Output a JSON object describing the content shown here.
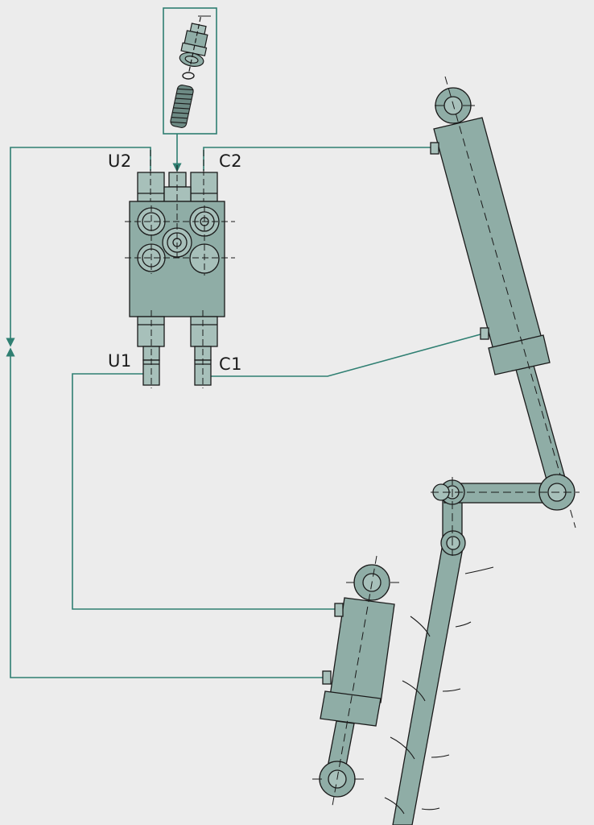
{
  "ports": {
    "u2": "U2",
    "c2": "C2",
    "u1": "U1",
    "c1": "C1"
  },
  "colors": {
    "background": "#ececec",
    "component_fill": "#8fada6",
    "component_light": "#a7c0ba",
    "hydraulic_line": "#2f7f72",
    "outline": "#1a1a1a"
  },
  "icons": {
    "valve_block": "control-valve-block-icon",
    "valve_cartridge": "valve-cartridge-spring-icon",
    "upper_cylinder": "hydraulic-cylinder-icon",
    "lower_cylinder": "hydraulic-cylinder-icon",
    "linkage": "lever-arm-icon"
  }
}
